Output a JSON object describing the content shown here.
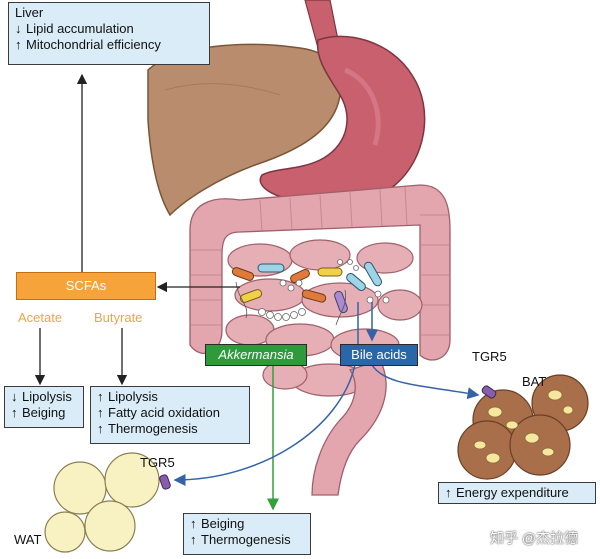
{
  "up_arrow": "↑",
  "down_arrow": "↓",
  "liver_box": {
    "title": "Liver",
    "items": [
      {
        "dir": "down",
        "text": "Lipid accumulation"
      },
      {
        "dir": "up",
        "text": "Mitochondrial efficiency"
      }
    ]
  },
  "scfas": {
    "label": "SCFAs",
    "color": "#f5a33a"
  },
  "acetate": {
    "label": "Acetate",
    "color": "#e9a64a"
  },
  "butyrate": {
    "label": "Butyrate",
    "color": "#e9a64a"
  },
  "acetate_box": {
    "items": [
      {
        "dir": "down",
        "text": "Lipolysis"
      },
      {
        "dir": "up",
        "text": "Beiging"
      }
    ]
  },
  "butyrate_box": {
    "items": [
      {
        "dir": "up",
        "text": "Lipolysis"
      },
      {
        "dir": "up",
        "text": "Fatty acid oxidation"
      },
      {
        "dir": "up",
        "text": "Thermogenesis"
      }
    ]
  },
  "akkermansia": {
    "label": "Akkermansia",
    "color": "#2e9a3c"
  },
  "bile_acids": {
    "label": "Bile acids",
    "color": "#2a67a8"
  },
  "akk_box": {
    "items": [
      {
        "dir": "up",
        "text": "Beiging"
      },
      {
        "dir": "up",
        "text": "Thermogenesis"
      }
    ]
  },
  "tgr5_bat": "TGR5",
  "bat_label": "BAT",
  "bat_box": {
    "items": [
      {
        "dir": "up",
        "text": "Energy expenditure"
      }
    ]
  },
  "tgr5_wat": "TGR5",
  "wat_label": "WAT",
  "watermark": "知乎 @杰拉德",
  "colors": {
    "box_fill": "#d9ecf7",
    "liver": "#b88c6c",
    "stomach": "#c8606e",
    "intestine": "#e3a6ae",
    "bat_cell": "#a86f4a",
    "wat_cell": "#f8f2c2",
    "green_arrow": "#33a03b",
    "blue_arrow": "#3563a8"
  }
}
